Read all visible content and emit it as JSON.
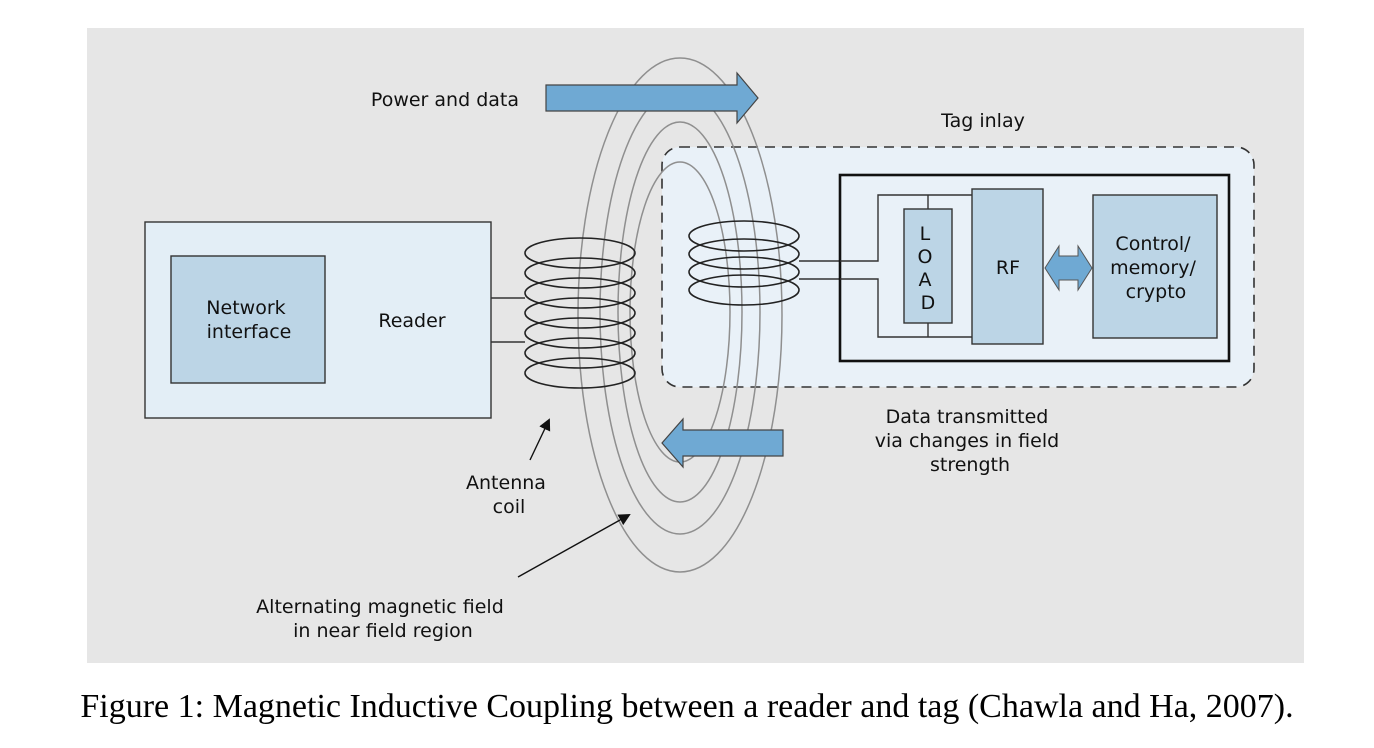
{
  "diagram": {
    "power_and_data": "Power and data",
    "tag_inlay": "Tag inlay",
    "network_interface": [
      "Network",
      "interface"
    ],
    "reader": "Reader",
    "load": [
      "L",
      "O",
      "A",
      "D"
    ],
    "rf": "RF",
    "control_memory_crypto": [
      "Control/",
      "memory/",
      "crypto"
    ],
    "data_transmitted": [
      "Data transmitted",
      "via changes in field",
      "strength"
    ],
    "antenna_coil": [
      "Antenna",
      "coil"
    ],
    "alternating_field": [
      "Alternating magnetic field",
      "in near field region"
    ]
  },
  "colors": {
    "panel_bg": "#e6e6e6",
    "box_fill": "#bcd5e6",
    "reader_fill": "#e3eef6",
    "tag_bg": "#e9f1f8",
    "arrow_fill": "#6fa9d3",
    "field_line": "#8f8f8f"
  },
  "caption": "Figure 1: Magnetic Inductive Coupling between a reader and tag (Chawla and Ha, 2007)."
}
